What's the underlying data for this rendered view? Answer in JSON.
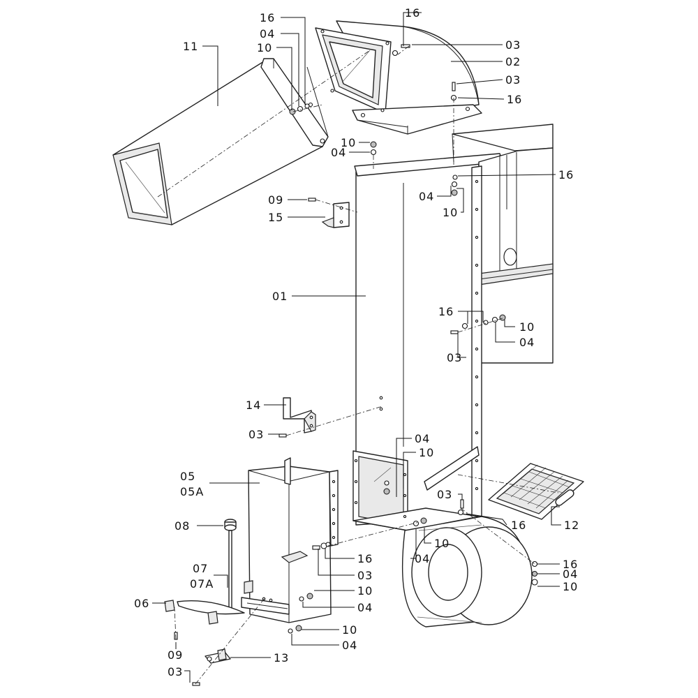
{
  "callouts": [
    {
      "text": "16"
    },
    {
      "text": "04"
    },
    {
      "text": "10"
    },
    {
      "text": "11"
    },
    {
      "text": "16"
    },
    {
      "text": "03"
    },
    {
      "text": "02"
    },
    {
      "text": "03"
    },
    {
      "text": "16"
    },
    {
      "text": "10"
    },
    {
      "text": "04"
    },
    {
      "text": "16"
    },
    {
      "text": "04"
    },
    {
      "text": "10"
    },
    {
      "text": "09"
    },
    {
      "text": "15"
    },
    {
      "text": "01"
    },
    {
      "text": "16"
    },
    {
      "text": "10"
    },
    {
      "text": "04"
    },
    {
      "text": "03"
    },
    {
      "text": "14"
    },
    {
      "text": "03"
    },
    {
      "text": "04"
    },
    {
      "text": "10"
    },
    {
      "text": "05"
    },
    {
      "text": "05A"
    },
    {
      "text": "03"
    },
    {
      "text": "12"
    },
    {
      "text": "16"
    },
    {
      "text": "10"
    },
    {
      "text": "04"
    },
    {
      "text": "08"
    },
    {
      "text": "16"
    },
    {
      "text": "03"
    },
    {
      "text": "16"
    },
    {
      "text": "04"
    },
    {
      "text": "10"
    },
    {
      "text": "07"
    },
    {
      "text": "07A"
    },
    {
      "text": "10"
    },
    {
      "text": "06"
    },
    {
      "text": "04"
    },
    {
      "text": "10"
    },
    {
      "text": "04"
    },
    {
      "text": "09"
    },
    {
      "text": "13"
    },
    {
      "text": "03"
    }
  ]
}
